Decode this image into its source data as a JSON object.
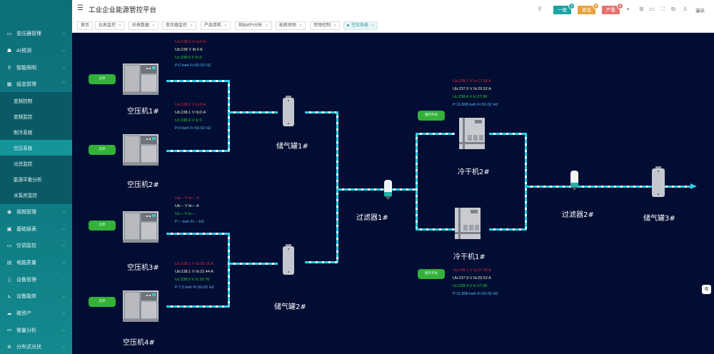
{
  "app": {
    "title": "工业企业能源管控平台"
  },
  "sidebar": {
    "items": [
      {
        "label": "变压器管理",
        "icon": "transformer-icon"
      },
      {
        "label": "AI预测",
        "icon": "users-icon"
      },
      {
        "label": "智能照明",
        "icon": "location-icon"
      },
      {
        "label": "组态管理",
        "icon": "config-icon"
      },
      {
        "label": "视频管理",
        "icon": "camera-icon"
      },
      {
        "label": "基础报表",
        "icon": "report-icon"
      },
      {
        "label": "空调监控",
        "icon": "aircon-icon"
      },
      {
        "label": "电能质量",
        "icon": "power-quality-icon"
      },
      {
        "label": "设备管理",
        "icon": "device-icon"
      },
      {
        "label": "设备能效",
        "icon": "chart-icon"
      },
      {
        "label": "碳资产",
        "icon": "cloud-icon"
      },
      {
        "label": "需量分析",
        "icon": "analysis-icon"
      },
      {
        "label": "分布式光伏",
        "icon": "solar-icon"
      }
    ],
    "submenu": [
      "变频控制",
      "变频监控",
      "制冷系统",
      "空压系统",
      "光伏监控",
      "能源平衡分析",
      "水泵房监控"
    ],
    "active_sub": "空压系统"
  },
  "header": {
    "alerts": [
      {
        "label": "一般",
        "count": "0",
        "color": "#1aa3a3"
      },
      {
        "label": "紧急",
        "count": "0",
        "color": "#e8a23a"
      },
      {
        "label": "严重",
        "count": "4",
        "color": "#ea6f6f"
      }
    ],
    "demo_label": "演示"
  },
  "tabs": [
    "首页",
    "仪表监控",
    "抄表数据",
    "变压器监控",
    "产品单耗",
    "指标KPI分析",
    "能耗预测",
    "变频控制",
    "空压系统"
  ],
  "diagram": {
    "compressors": [
      {
        "name": "空压机1#",
        "button": "启停",
        "ua": "Ua:238.3 V Ia:0 A",
        "ub": "Ub:238 V Ib:0 A",
        "uc": "Uc:238.6 V Ic:0",
        "p": "P:0  kwh Fr:50.02 HZ"
      },
      {
        "name": "空压机2#",
        "button": "启停",
        "ua": "Ua:238.2 V Ia:0 A",
        "ub": "Ub:238.1 V Ib:0 A",
        "uc": "Uc:238.6 V Ic:0",
        "p": "P:0  kwh Fr:50.02 HZ"
      },
      {
        "name": "空压机3#",
        "button": "启停",
        "ua": "Ua:-- V Ia:-- A",
        "ub": "Ub:-- V Ib:-- A",
        "uc": "Uc:-- V Ic:--",
        "p": "P:--  kwh Fr:-- HZ"
      },
      {
        "name": "空压机4#",
        "button": "启停",
        "ua": "Ua:238.1 V Ia:20.16 A",
        "ub": "Ub:238.1 V Ib:22.44 A",
        "uc": "Uc:238.5 V Ic:20.76",
        "p": "P:7.5  kwh Fr:50.02 HZ"
      }
    ],
    "tanks": [
      "储气罐1#",
      "储气罐2#",
      "储气罐3#"
    ],
    "filters": [
      "过滤器1#",
      "过滤器2#"
    ],
    "dryers": [
      {
        "name": "冷干机2#",
        "button": "循环开关",
        "ua": "Ua:238.1 V Ia:27.36 A",
        "ub": "Ub:237.9 V Ib:29.52 A",
        "uc": "Uc:238.4 V Ic:27.96",
        "p": "P:11.808  kwh Fr:50.02 HZ"
      },
      {
        "name": "冷干机1#",
        "button": "循环开关",
        "ua": "Ua:238.1 V Ia:27.36 A",
        "ub": "Ub:237.9 V Ib:29.52 A",
        "uc": "Uc:238.4 V Ic:27.96",
        "p": "P:11.808  kwh Fr:50.02 HZ"
      }
    ]
  }
}
